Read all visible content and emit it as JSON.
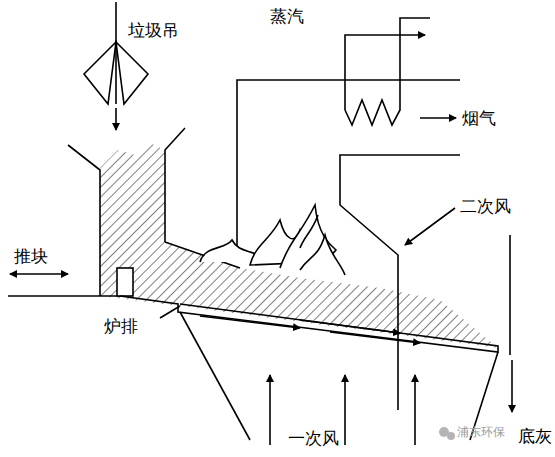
{
  "diagram": {
    "labels": [
      "垃圾吊",
      "蒸汽",
      "烟气",
      "二次风",
      "推块",
      "炉排",
      "一次风",
      "底灰",
      "浦东环保"
    ]
  }
}
